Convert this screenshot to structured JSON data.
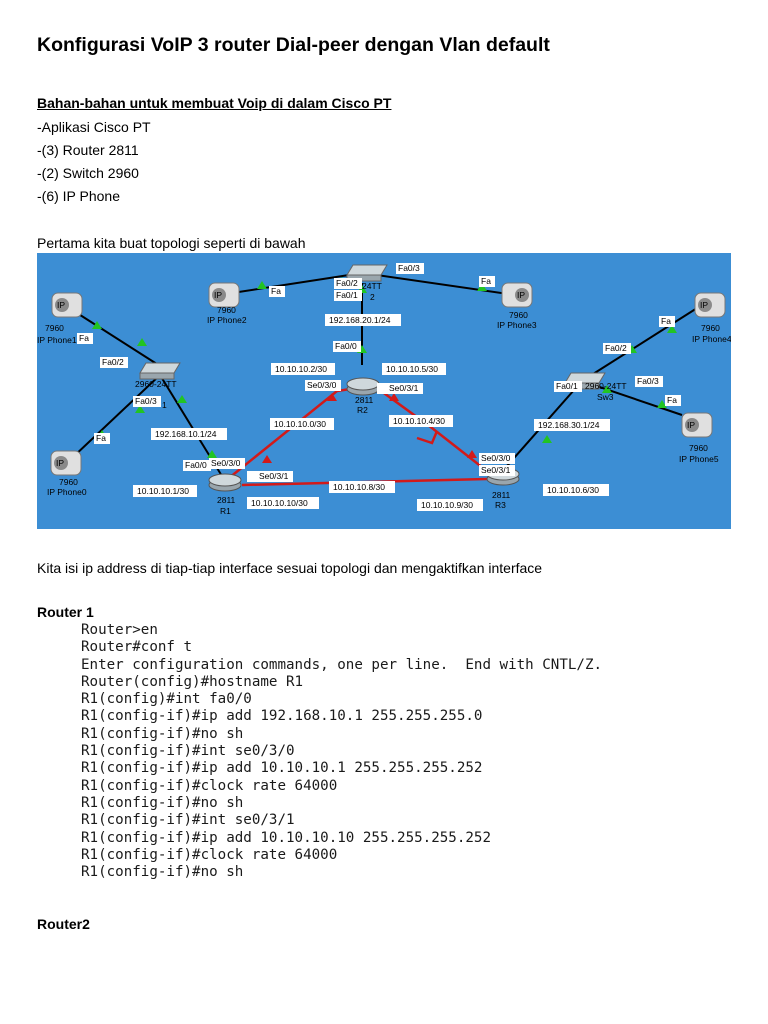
{
  "title": "Konfigurasi VoIP 3 router Dial-peer dengan Vlan default",
  "materials": {
    "heading": "Bahan-bahan untuk membuat Voip di dalam Cisco PT",
    "items": [
      "-Aplikasi Cisco PT",
      "-(3) Router 2811",
      "-(2) Switch 2960",
      "-(6) IP Phone"
    ]
  },
  "intro_topology": "Pertama kita buat topologi seperti di bawah",
  "topology": {
    "phones": [
      {
        "model": "7960",
        "name": "IP Phone1"
      },
      {
        "model": "7960",
        "name": "IP Phone2"
      },
      {
        "model": "7960",
        "name": "IP Phone3"
      },
      {
        "model": "7960",
        "name": "IP Phone4"
      },
      {
        "model": "7960",
        "name": "IP Phone5"
      },
      {
        "model": "7960",
        "name": "IP Phone0"
      }
    ],
    "switches": [
      {
        "model": "2960-24TT",
        "name": "1"
      },
      {
        "model": "24TT",
        "name": "2"
      },
      {
        "model": "2960-24TT",
        "name": "Sw3"
      }
    ],
    "routers": [
      {
        "model": "2811",
        "name": "R1"
      },
      {
        "model": "2811",
        "name": "R2"
      },
      {
        "model": "2811",
        "name": "R3"
      }
    ],
    "labels": {
      "fa": "Fa",
      "fa0_0": "Fa0/0",
      "fa0_1": "Fa0/1",
      "fa0_2": "Fa0/2",
      "fa0_3": "Fa0/3",
      "se0_3_0": "Se0/3/0",
      "se0_3_1": "Se0/3/1",
      "net_sw2": "192.168.20.1/24",
      "net_sw1": "192.168.10.1/24",
      "net_sw3": "192.168.30.1/24",
      "r2_left": "10.10.10.2/30",
      "r2_right": "10.10.10.5/30",
      "link_r1r2": "10.10.10.0/30",
      "link_r2r3": "10.10.10.4/30",
      "link_r1r3": "10.10.10.8/30",
      "r1_se0": "10.10.10.1/30",
      "r1_se1": "10.10.10.10/30",
      "r3_se0": "10.10.10.9/30",
      "r3_se1": "10.10.10.6/30"
    }
  },
  "intro_ip": "Kita isi ip address di tiap-tiap interface sesuai topologi dan mengaktifkan interface",
  "router1": {
    "heading": "Router 1",
    "config": [
      "Router>en",
      "Router#conf t",
      "Enter configuration commands, one per line.  End with CNTL/Z.",
      "Router(config)#hostname R1",
      "R1(config)#int fa0/0",
      "R1(config-if)#ip add 192.168.10.1 255.255.255.0",
      "R1(config-if)#no sh",
      "R1(config-if)#int se0/3/0",
      "R1(config-if)#ip add 10.10.10.1 255.255.255.252",
      "R1(config-if)#clock rate 64000",
      "R1(config-if)#no sh",
      "R1(config-if)#int se0/3/1",
      "R1(config-if)#ip add 10.10.10.10 255.255.255.252",
      "R1(config-if)#clock rate 64000",
      "R1(config-if)#no sh"
    ]
  },
  "router2": {
    "heading": "Router2"
  }
}
